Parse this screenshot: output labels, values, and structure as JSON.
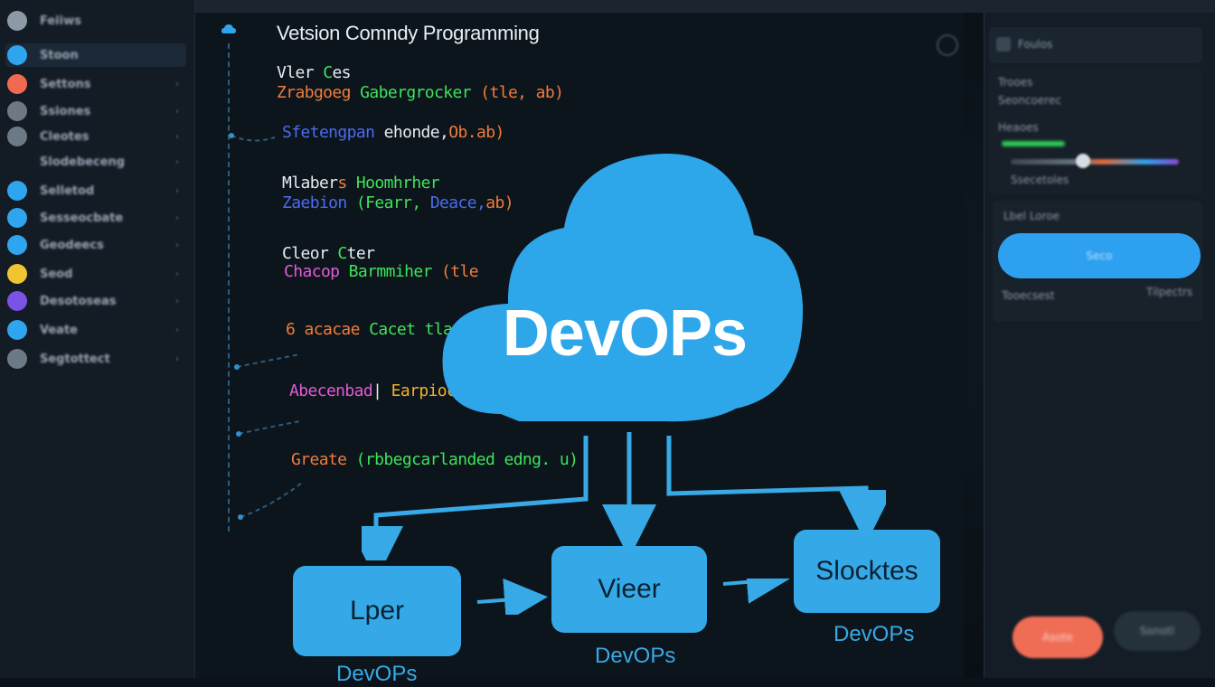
{
  "window": {
    "title": "Vetsion Comndy Programming"
  },
  "sidebar": {
    "items": [
      {
        "icon": "gear-icon",
        "label": "Feiiws",
        "color": "#8d9aa6"
      },
      {
        "icon": "globe-icon",
        "label": "Stoon",
        "color": "#2fa4ef"
      },
      {
        "icon": "record-icon",
        "label": "Settons",
        "color": "#ef6a50"
      },
      {
        "icon": "flag-icon",
        "label": "Ssiones",
        "color": "#6d7a86"
      },
      {
        "icon": "chat-icon",
        "label": "Cleotes",
        "color": "#6d7a86"
      },
      {
        "icon": "",
        "label": "Slodebeceng",
        "color": "#6d7a86"
      },
      {
        "icon": "wifi-icon",
        "label": "Selletod",
        "color": "#2fa4ef"
      },
      {
        "icon": "cloud-icon",
        "label": "Sesseocbate",
        "color": "#2fa4ef"
      },
      {
        "icon": "blue-square-icon",
        "label": "Geodeecs",
        "color": "#2fa4ef"
      },
      {
        "icon": "yellow-square-icon",
        "label": "Seod",
        "color": "#f0c531"
      },
      {
        "icon": "purple-square-icon",
        "label": "Desotoseas",
        "color": "#7a52e6"
      },
      {
        "icon": "blue-circle-icon",
        "label": "Veate",
        "color": "#2fa4ef"
      },
      {
        "icon": "globe-icon",
        "label": "Segtottect",
        "color": "#6d7a86"
      }
    ]
  },
  "editor": {
    "lines": [
      {
        "parts": [
          {
            "t": "Vler ",
            "c": "#e6edf3"
          },
          {
            "t": "C",
            "c": "#3ee35a"
          },
          {
            "t": "es",
            "c": "#e6edf3"
          }
        ]
      },
      {
        "parts": [
          {
            "t": "Zrabgoeg ",
            "c": "#f07c3a"
          },
          {
            "t": "Gabergrocker ",
            "c": "#3ee35a"
          },
          {
            "t": "(tle, ab)",
            "c": "#f07c3a"
          }
        ]
      },
      {
        "parts": [
          {
            "t": "Sfetengpan ",
            "c": "#4a6cf0"
          },
          {
            "t": "ehonde,",
            "c": "#e6edf3"
          },
          {
            "t": "Ob.ab)",
            "c": "#f07c3a"
          }
        ]
      },
      {
        "parts": [
          {
            "t": "Mlaber",
            "c": "#e6edf3"
          },
          {
            "t": "s ",
            "c": "#f07c3a"
          },
          {
            "t": "Hoomhrher",
            "c": "#3ee35a"
          }
        ]
      },
      {
        "parts": [
          {
            "t": "Zaebion ",
            "c": "#4a6cf0"
          },
          {
            "t": "(Fearr, ",
            "c": "#3ee35a"
          },
          {
            "t": "Deace,",
            "c": "#4a6cf0"
          },
          {
            "t": "ab)",
            "c": "#f07c3a"
          }
        ]
      },
      {
        "parts": [
          {
            "t": "Cleor ",
            "c": "#e6edf3"
          },
          {
            "t": "C",
            "c": "#3ee35a"
          },
          {
            "t": "ter",
            "c": "#e6edf3"
          }
        ]
      },
      {
        "parts": [
          {
            "t": "Chacop ",
            "c": "#e25bd8"
          },
          {
            "t": "Barmmiher ",
            "c": "#3ee35a"
          },
          {
            "t": "(tle",
            "c": "#f07c3a"
          }
        ]
      },
      {
        "parts": [
          {
            "t": "6 ",
            "c": "#f07c3a"
          },
          {
            "t": "acacae ",
            "c": "#f07c3a"
          },
          {
            "t": "Cacet ",
            "c": "#3ee35a"
          },
          {
            "t": "tlat",
            "c": "#3ee35a"
          }
        ]
      },
      {
        "parts": [
          {
            "t": "Abecenbad",
            "c": "#e25bd8"
          },
          {
            "t": "| ",
            "c": "#e6edf3"
          },
          {
            "t": "Earpioc",
            "c": "#f0b030"
          }
        ]
      },
      {
        "parts": [
          {
            "t": "Greate ",
            "c": "#f07c3a"
          },
          {
            "t": "(rbbegcarlanded edng. u)",
            "c": "#3ee35a"
          }
        ]
      }
    ]
  },
  "diagram": {
    "cloud_label": "DevOPs",
    "nodes": [
      {
        "label": "Lper",
        "sub": "DevOPs"
      },
      {
        "label": "Vieer",
        "sub": "DevOPs"
      },
      {
        "label": "Slocktes",
        "sub": "DevOPs"
      }
    ]
  },
  "right_panel": {
    "header": "Foulos",
    "rows": [
      "Trooes",
      "Seoncoerec",
      "Heaoes"
    ],
    "slider_value": 0.35,
    "slider_caption": "Ssecetoles",
    "card_title": "Lbel Loroe",
    "primary_button": "Seco",
    "footer_left": "Tooecsest",
    "footer_right": "Tilpectrs",
    "orange_button": "Asote",
    "gray_button": "Sonotl"
  }
}
